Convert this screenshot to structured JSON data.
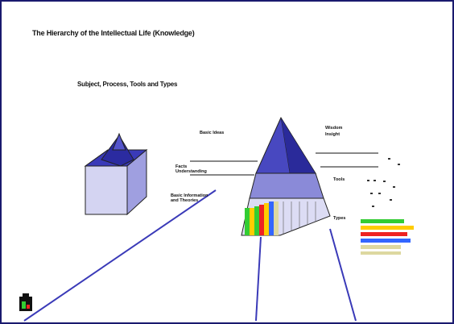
{
  "slide": {
    "title": "The Hierarchy of the Intellectual Life (Knowledge)",
    "subtitle": "Subject, Process, Tools and Types"
  },
  "labels": {
    "top_of_pyramid": "Basic Ideas",
    "top_right_a": "Wisdom",
    "top_right_b": "Insight",
    "left_a": "Facts",
    "left_b": "Understanding",
    "lower_left_a": "Basic Information",
    "lower_left_b": "and Theories",
    "right_mid": "Tools",
    "right_lower": "Types"
  },
  "legend": {
    "colors": [
      "#33cc33",
      "#ffcc00",
      "#ee2222",
      "#3366ff",
      "#ddd8a0"
    ]
  },
  "colors": {
    "frame": "#1a1a6e",
    "pyramid_top": "#3a3ab8",
    "pyramid_mid": "#8888dd",
    "pyramid_base": "#d4d4f0",
    "leader_line": "#3a3ab8"
  }
}
